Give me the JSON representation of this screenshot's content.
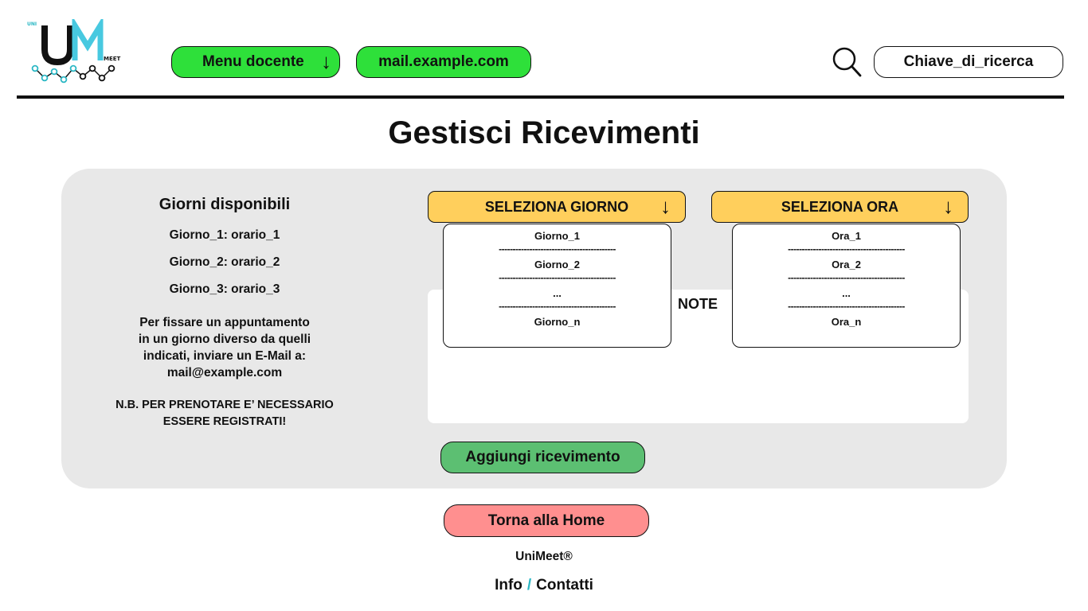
{
  "header": {
    "logo_text": "UNIMEET",
    "menu_button": "Menu docente",
    "menu_arrow": "↓",
    "mail_button": "mail.example.com",
    "search_icon": "search-icon",
    "search_placeholder": "Chiave_di_ricerca"
  },
  "page": {
    "title": "Gestisci Ricevimenti"
  },
  "availability": {
    "title": "Giorni disponibili",
    "slots": [
      "Giorno_1: orario_1",
      "Giorno_2: orario_2",
      "Giorno_3: orario_3"
    ],
    "info_lines": [
      "Per fissare un appuntamento",
      "in un giorno diverso da quelli",
      "indicati, inviare un E-Mail a:",
      "mail@example.com"
    ],
    "nb_lines": [
      "N.B. PER PRENOTARE E’ NECESSARIO",
      "ESSERE REGISTRATI!"
    ]
  },
  "day_select": {
    "label": "SELEZIONA GIORNO",
    "arrow": "↓",
    "options": [
      "Giorno_1",
      "Giorno_2",
      "...",
      "Giorno_n"
    ],
    "separator": "------------------------------------------"
  },
  "hour_select": {
    "label": "SELEZIONA ORA",
    "arrow": "↓",
    "options": [
      "Ora_1",
      "Ora_2",
      "...",
      "Ora_n"
    ],
    "separator": "------------------------------------------"
  },
  "notes": {
    "label": "NOTE"
  },
  "actions": {
    "add_button": "Aggiungi ricevimento",
    "home_button": "Torna alla Home"
  },
  "footer": {
    "brand": "UniMeet®",
    "info_link": "Info",
    "slash": "/",
    "contacts_link": "Contatti"
  },
  "colors": {
    "green_button": "#2ee03a",
    "select_button": "#ffcf5c",
    "add_button": "#5cbf72",
    "home_button": "#ff8f8f",
    "panel": "#e8e8e8",
    "accent": "#2ab7c4"
  }
}
